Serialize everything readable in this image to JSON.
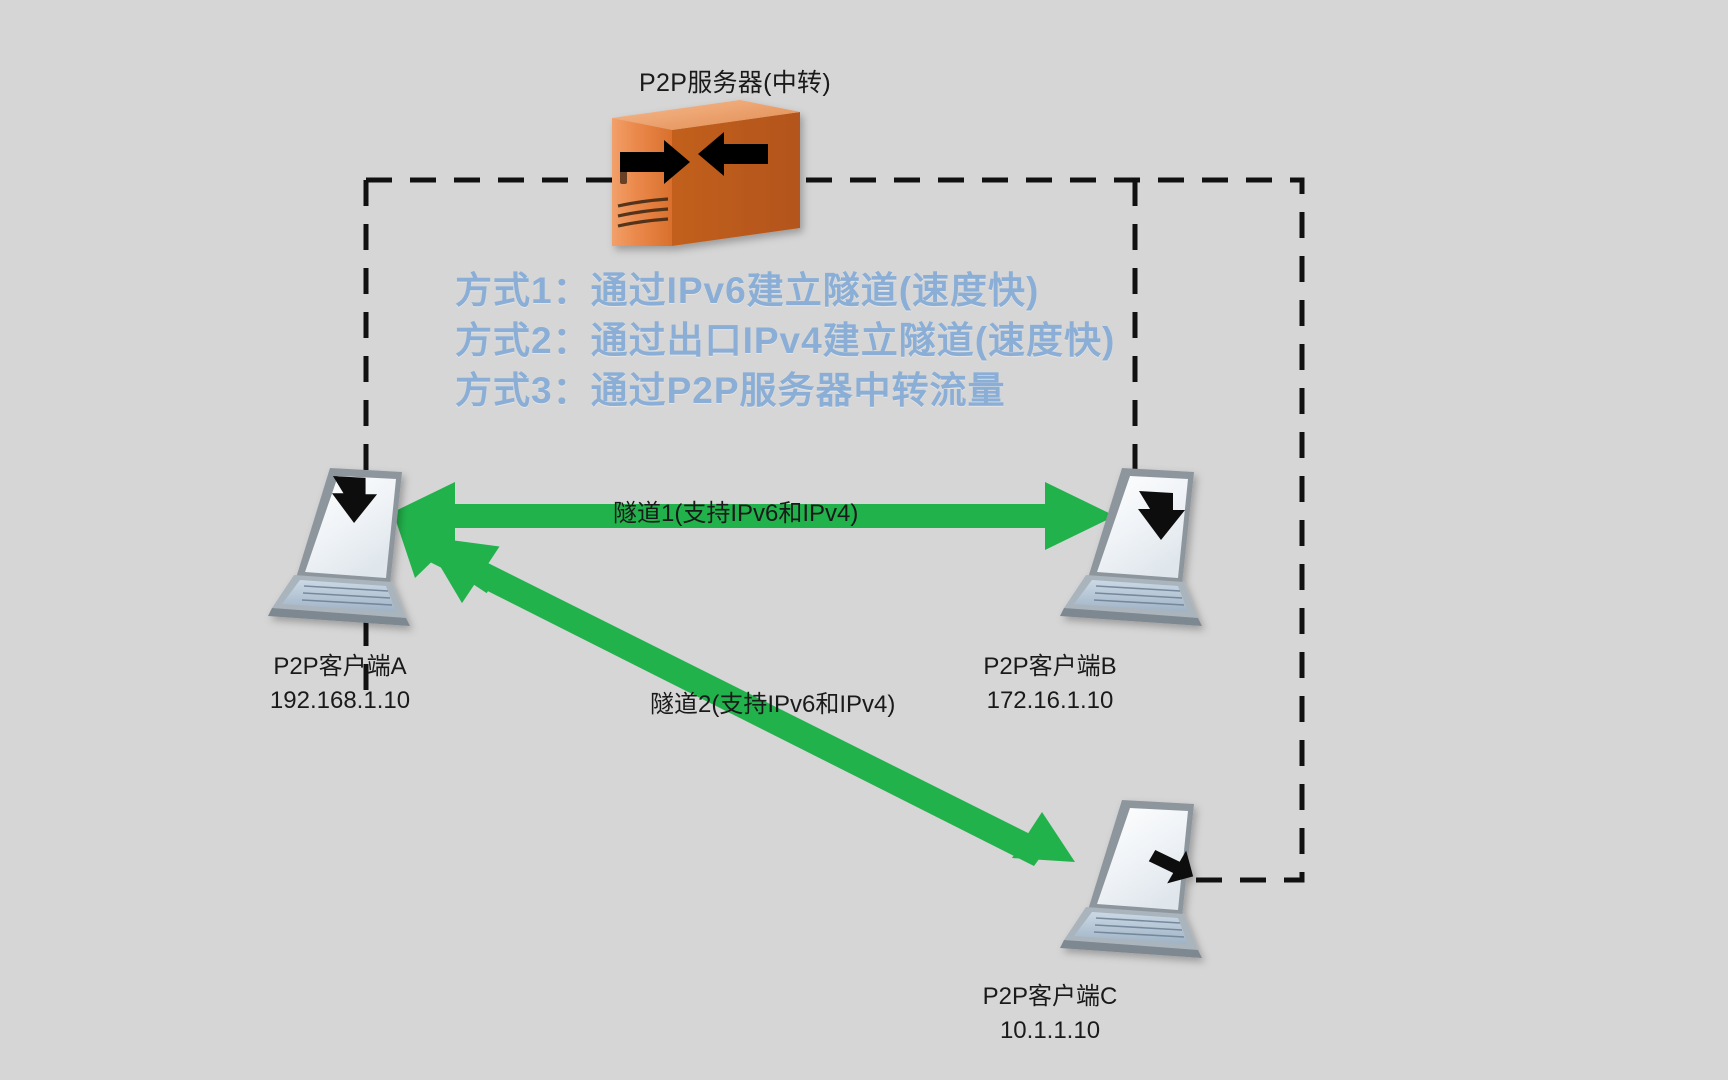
{
  "diagram": {
    "background_color": "#d6d6d6",
    "accent_blue": "#8aaed6",
    "arrow_green": "#22b24c",
    "server_orange": "#e2762a",
    "title": "P2P服务器(中转)"
  },
  "server": {
    "caption": "P2P服务器(中转)",
    "icon": "server-tower-icon"
  },
  "methods": [
    {
      "label": "方式1：通过IPv6建立隧道(速度快)"
    },
    {
      "label": "方式2：通过出口IPv4建立隧道(速度快)"
    },
    {
      "label": "方式3：通过P2P服务器中转流量"
    }
  ],
  "tunnels": [
    {
      "label": "隧道1(支持IPv6和IPv4)"
    },
    {
      "label": "隧道2(支持IPv6和IPv4)"
    }
  ],
  "clients": [
    {
      "name": "P2P客户端A",
      "ip": "192.168.1.10",
      "icon": "laptop-icon"
    },
    {
      "name": "P2P客户端B",
      "ip": "172.16.1.10",
      "icon": "laptop-icon"
    },
    {
      "name": "P2P客户端C",
      "ip": "10.1.1.10",
      "icon": "laptop-icon"
    }
  ]
}
